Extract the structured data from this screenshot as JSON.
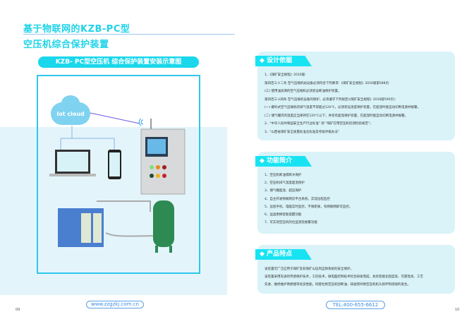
{
  "left": {
    "title_line1": "基于物联网的KZB-PC型",
    "title_line2": "空压机综合保护装置",
    "diagram_title": "KZB- PC型空压机  综合保护装置安装示意图",
    "cloud_label": "Iot cloud",
    "website": "www.zzgzkj.com.cn",
    "page_number": "09"
  },
  "right": {
    "sections": [
      {
        "heading": "设计依据",
        "lines": [
          "1、《煤矿安全规程》2016版:",
          "第四百三十二条  空气压缩机站设备必须符合下列要求:《煤矿安全规程》2016版第588页:",
          "(三) 使用油润滑的空气压缩机必须装设断油保护装置。",
          "第四百三十四条  空气压缩机设备的保护，必须遵守下列规定(《煤矿安全规程》2016版590页):",
          "(一) 螺杆式空气压缩机的排气温度不得超过120℃，必须装设温度保护装置，在超温时能自动切断电源并报警。",
          "(二) 储气罐内的温度应当保持在120℃以下，并装有超温保护装置，在超温时能自动切断电源并报警。",
          "2、\"中华人民共和国安全生产行业标准\" 即 \"煤矿在用空压机检测检验规范\"；",
          "3、\"山西省煤矿安全质量标准化标准及考核评级办法\""
        ]
      },
      {
        "heading": "功能简介",
        "lines": [
          "1、空压机断油或断水保护",
          "2、空压机排气温度超温保护",
          "3、储气罐超温、超压保护",
          "4、自主开发物联网云平台系统，实现远程监控",
          "5、远程手机、电脑实时监控，不限距离，有网联网即可监控。",
          "6、运送更换智能提醒功能",
          "7、可实现空压机的位监测及报警功能"
        ]
      },
      {
        "heading": "产品特点",
        "lines": [
          "该装置可广泛应用于煤矿及非煤矿山压风自救系统的安全保护。",
          "该装置采用先进的传感保护技术，工控技术，微电脑控制技术综合研发而成，具有智能化程度高、可靠性高、工艺",
          "先进、维修维护简便捷等优良性能。彻底杜绝空压机因断油、缺油而导致空压机机头损坏和烧毁的发生。"
        ]
      }
    ],
    "tel": "TEL:400-655-6612",
    "page_number": "10"
  }
}
